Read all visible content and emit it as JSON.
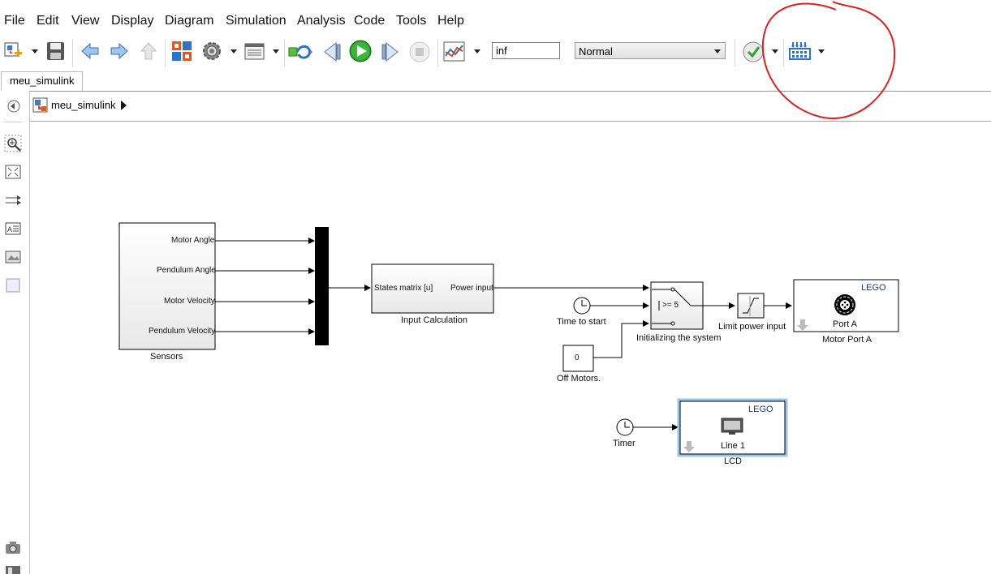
{
  "menu": [
    "File",
    "Edit",
    "View",
    "Display",
    "Diagram",
    "Simulation",
    "Analysis",
    "Code",
    "Tools",
    "Help"
  ],
  "toolbar": {
    "stop_time": "inf",
    "sim_mode": "Normal"
  },
  "tabs": [
    {
      "label": "meu_simulink"
    }
  ],
  "address": {
    "model": "meu_simulink"
  },
  "blocks": {
    "sensors": {
      "name": "Sensors",
      "ports": [
        "Motor Angle",
        "Pendulum Angle",
        "Motor Velocity",
        "Pendulum Velocity"
      ]
    },
    "input_calc": {
      "name": "Input Calculation",
      "in_port": "States matrix [u]",
      "out_port": "Power input"
    },
    "time_to_start": {
      "name": "Time to start"
    },
    "switch": {
      "name": "Initializing the system",
      "threshold": ">= 5"
    },
    "off_motors": {
      "name": "Off Motors.",
      "value": "0"
    },
    "saturation": {
      "name": "Limit power input"
    },
    "motor": {
      "name": "Motor Port A",
      "brand": "LEGO",
      "port": "Port A"
    },
    "timer": {
      "name": "Timer"
    },
    "lcd": {
      "name": "LCD",
      "brand": "LEGO",
      "line": "Line 1"
    }
  },
  "colors": {
    "annotation": "#e02020",
    "run_green": "#2ea02e",
    "lego_blue": "#1a3a8c"
  }
}
